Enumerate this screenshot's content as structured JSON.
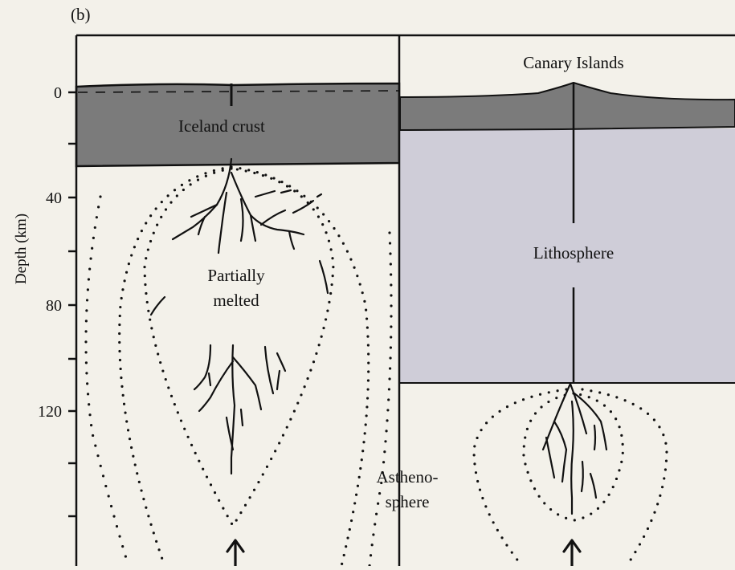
{
  "panel_label": "(b)",
  "axis": {
    "title": "Depth (km)",
    "ticks": [
      "0",
      "40",
      "80",
      "120"
    ]
  },
  "labels": {
    "iceland_crust": "Iceland crust",
    "partially_melted_line1": "Partially",
    "partially_melted_line2": "melted",
    "canary_islands": "Canary Islands",
    "lithosphere": "Lithosphere",
    "asthenosphere_line1": "Astheno-",
    "asthenosphere_line2": "sphere"
  },
  "colors": {
    "crust": "#7b7b7b",
    "lithosphere": "#cfcdd8",
    "background": "#f3f1ea",
    "ink": "#111111"
  }
}
